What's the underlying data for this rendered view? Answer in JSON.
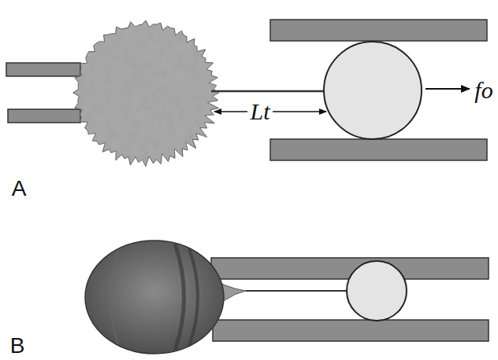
{
  "diagram": {
    "labels": [
      "Lt",
      "fo",
      "A",
      "B"
    ]
  }
}
